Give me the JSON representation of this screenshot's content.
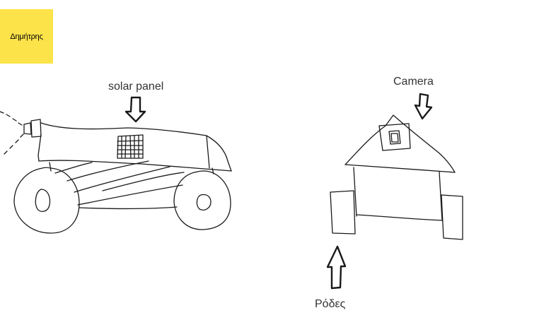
{
  "sticky_note": {
    "text": "Δημήτρης",
    "color": "#fce34a"
  },
  "labels": {
    "solar_panel": "solar panel",
    "camera": "Camera",
    "wheels": "Ρόδες"
  }
}
